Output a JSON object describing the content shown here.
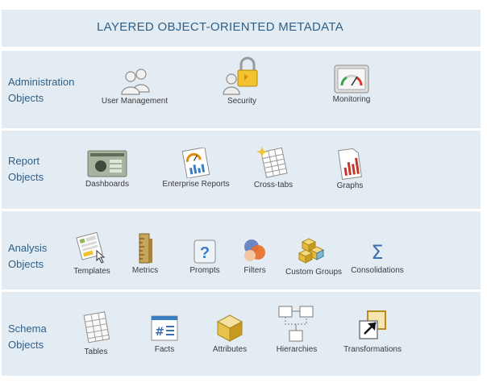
{
  "title": "LAYERED OBJECT-ORIENTED METADATA",
  "rows": [
    {
      "label_line1": "Administration",
      "label_line2": "Objects",
      "items": [
        {
          "label": "User Management",
          "icon": "users-icon"
        },
        {
          "label": "Security",
          "icon": "lock-user-icon"
        },
        {
          "label": "Monitoring",
          "icon": "gauge-icon"
        }
      ]
    },
    {
      "label_line1": "Report",
      "label_line2": "Objects",
      "items": [
        {
          "label": "Dashboards",
          "icon": "dashboard-icon"
        },
        {
          "label": "Enterprise Reports",
          "icon": "report-icon"
        },
        {
          "label": "Cross-tabs",
          "icon": "crosstab-icon"
        },
        {
          "label": "Graphs",
          "icon": "bar-graph-icon"
        }
      ]
    },
    {
      "label_line1": "Analysis",
      "label_line2": "Objects",
      "items": [
        {
          "label": "Templates",
          "icon": "template-icon"
        },
        {
          "label": "Metrics",
          "icon": "ruler-icon"
        },
        {
          "label": "Prompts",
          "icon": "question-icon"
        },
        {
          "label": "Filters",
          "icon": "filter-icon"
        },
        {
          "label": "Custom Groups",
          "icon": "cubes-icon"
        },
        {
          "label": "Consolidations",
          "icon": "sigma-icon"
        }
      ]
    },
    {
      "label_line1": "Schema",
      "label_line2": "Objects",
      "items": [
        {
          "label": "Tables",
          "icon": "table-icon"
        },
        {
          "label": "Facts",
          "icon": "hash-icon"
        },
        {
          "label": "Attributes",
          "icon": "cube-icon"
        },
        {
          "label": "Hierarchies",
          "icon": "hierarchy-icon"
        },
        {
          "label": "Transformations",
          "icon": "transform-icon"
        }
      ]
    }
  ],
  "colors": {
    "panel": "#e4ecf3",
    "title": "#2e5f88",
    "label": "#3a3a3a"
  }
}
